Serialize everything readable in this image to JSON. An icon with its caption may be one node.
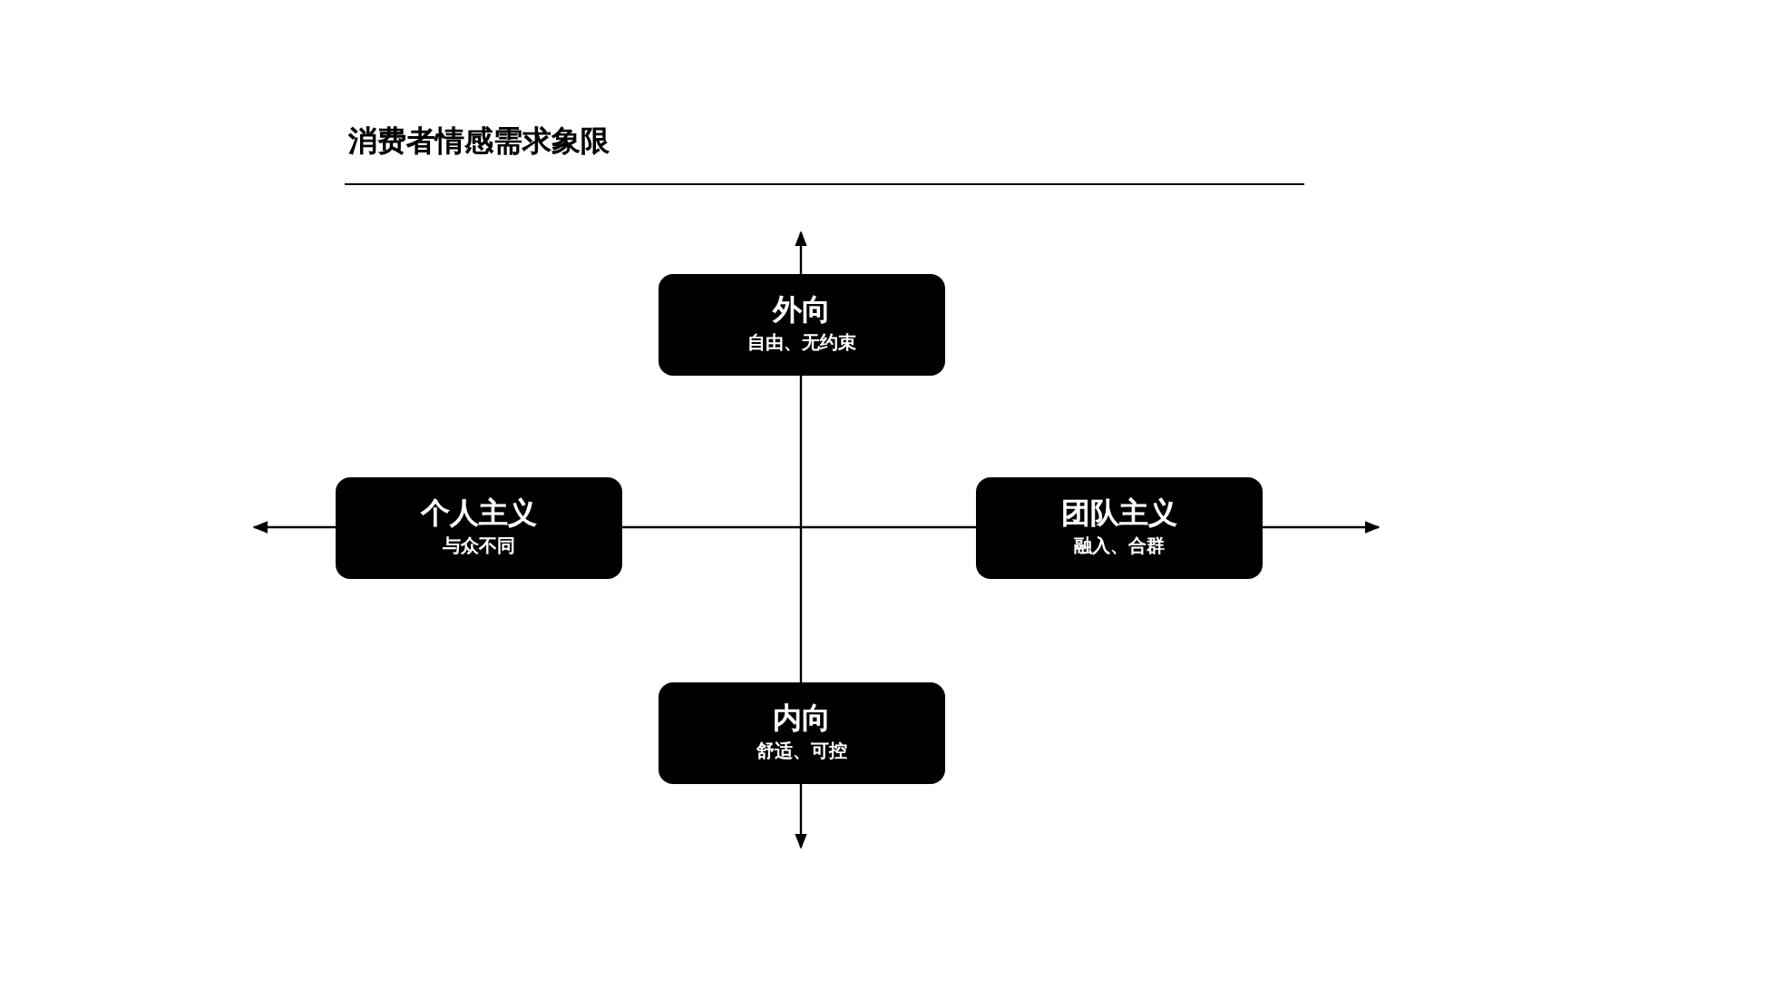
{
  "diagram": {
    "title": "消费者情感需求象限",
    "nodes": [
      {
        "text": [
          "外向",
          "自由、无约束"
        ]
      },
      {
        "text": [
          "个人主义",
          "与众不同"
        ]
      },
      {
        "text": [
          "团队主义",
          "融入、合群"
        ]
      },
      {
        "text": [
          "内向",
          "舒适、可控"
        ]
      }
    ]
  }
}
